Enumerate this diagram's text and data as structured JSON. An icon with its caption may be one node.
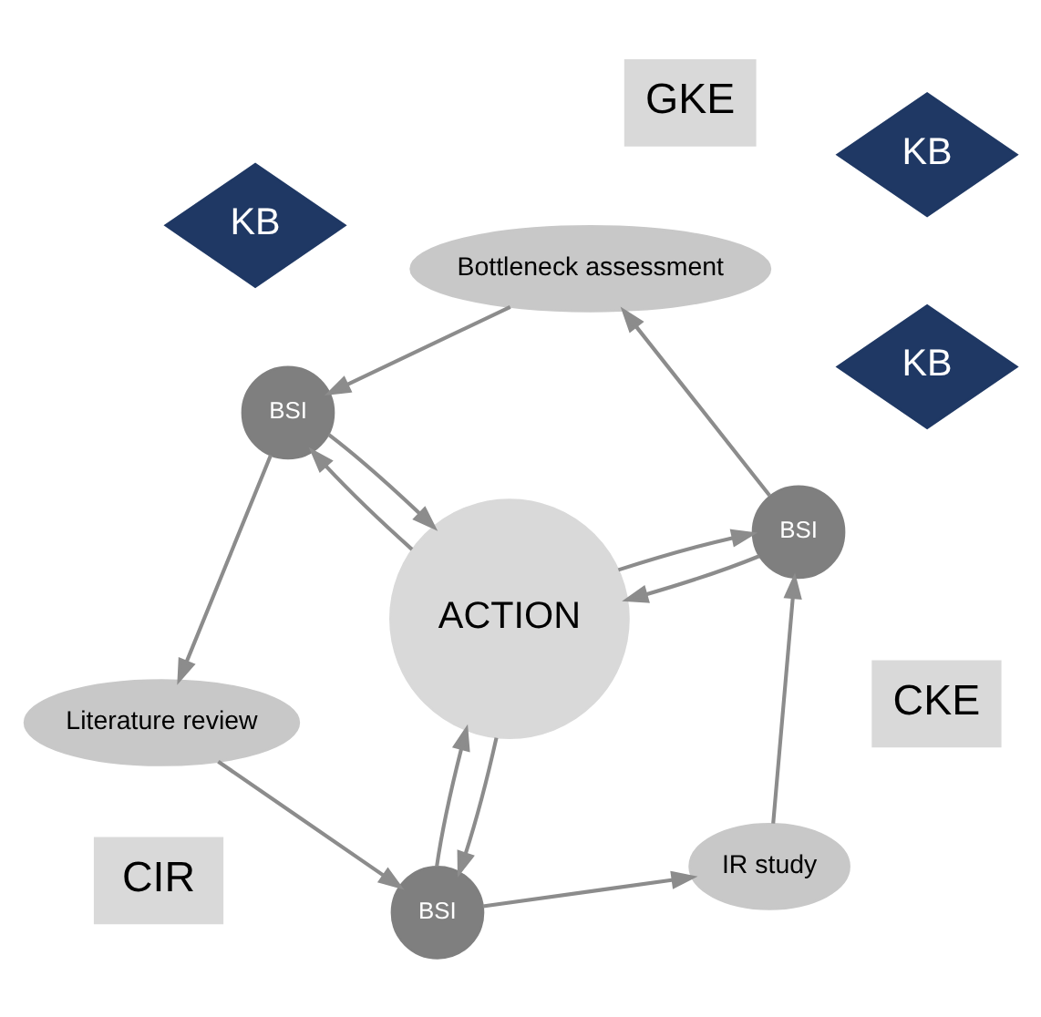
{
  "diagram": {
    "nodes": [
      {
        "text": [
          "CIR"
        ]
      },
      {
        "text": [
          "CKE"
        ]
      },
      {
        "text": [
          "GKE"
        ]
      },
      {
        "text": [
          "Bottleneck assessment"
        ]
      },
      {
        "text": [
          "BSI"
        ]
      },
      {
        "text": [
          "KB"
        ]
      },
      {
        "text": [
          "BSI"
        ]
      },
      {
        "text": [
          "ACTION"
        ]
      },
      {
        "text": [
          "KB"
        ]
      },
      {
        "text": [
          "KB"
        ]
      },
      {
        "text": [
          "IR study"
        ]
      },
      {
        "text": [
          "Literature review"
        ]
      },
      {
        "text": [
          "BSI"
        ]
      }
    ],
    "edges": [
      {
        "from": 4,
        "to": 3,
        "arrow": "to"
      },
      {
        "from": 3,
        "to": 6,
        "arrow": "to"
      },
      {
        "from": 6,
        "to": 11,
        "arrow": "to"
      },
      {
        "from": 11,
        "to": 12,
        "arrow": "to"
      },
      {
        "from": 12,
        "to": 10,
        "arrow": "to"
      },
      {
        "from": 10,
        "to": 4,
        "arrow": "to"
      },
      {
        "from": 4,
        "to": 7,
        "arrow": "to"
      },
      {
        "from": 7,
        "to": 4,
        "arrow": "to"
      },
      {
        "from": 6,
        "to": 7,
        "arrow": "to"
      },
      {
        "from": 7,
        "to": 6,
        "arrow": "to"
      },
      {
        "from": 12,
        "to": 7,
        "arrow": "to"
      },
      {
        "from": 7,
        "to": 12,
        "arrow": "to"
      }
    ]
  }
}
